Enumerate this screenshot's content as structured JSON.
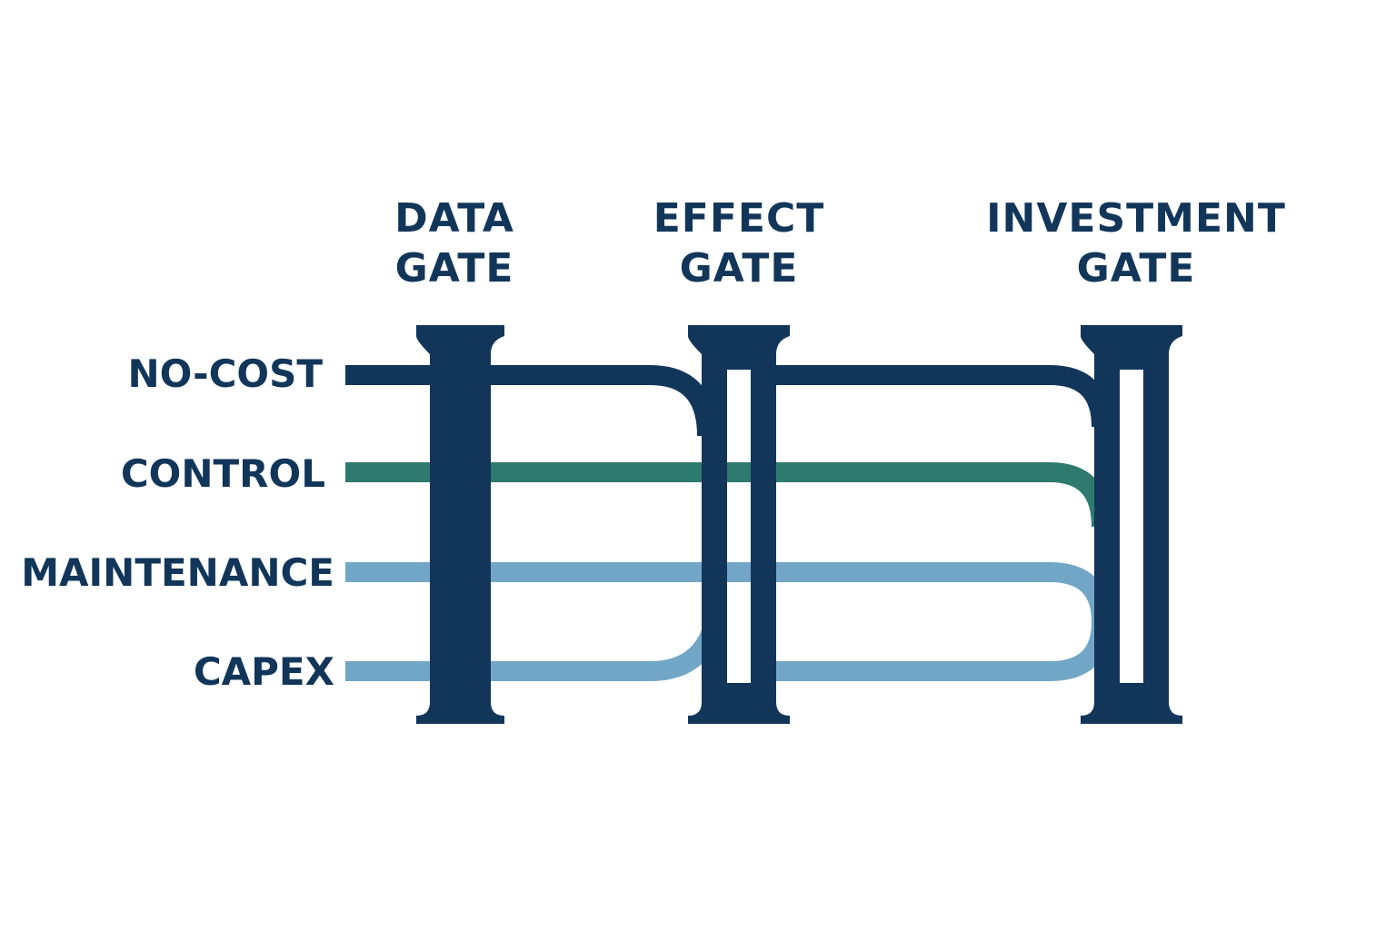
{
  "colors": {
    "background": "#ffffff",
    "gate": "#12365a",
    "text": "#12365a",
    "no_cost": "#12365a",
    "control": "#2e7a6e",
    "maintenance": "#72a6c6",
    "capex": "#72a6c6"
  },
  "gates": [
    {
      "id": "data",
      "title_line1": "DATA",
      "title_line2": "GATE"
    },
    {
      "id": "effect",
      "title_line1": "EFFECT",
      "title_line2": "GATE"
    },
    {
      "id": "investment",
      "title_line1": "INVESTMENT",
      "title_line2": "GATE"
    }
  ],
  "lanes": [
    {
      "id": "no-cost",
      "label": "NO-COST"
    },
    {
      "id": "control",
      "label": "CONTROL"
    },
    {
      "id": "maintenance",
      "label": "MAINTENANCE"
    },
    {
      "id": "capex",
      "label": "CAPEX"
    }
  ]
}
